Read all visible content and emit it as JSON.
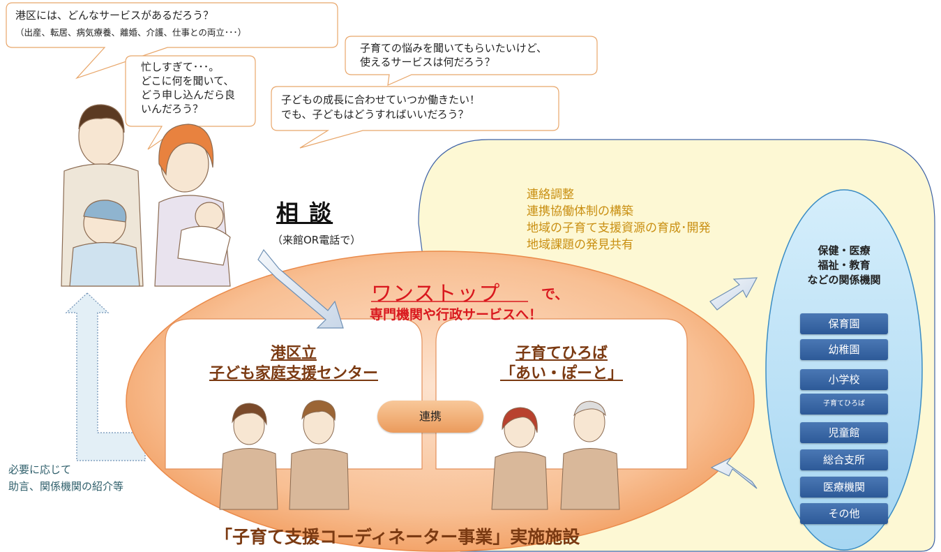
{
  "bubbles": {
    "b1_line1": "港区には、どんなサービスがあるだろう？",
    "b1_line2": "（出産、転居、病気療養、離婚、介護、仕事との両立･･･）",
    "b2_line1": "忙しすぎて･･･。",
    "b2_line2": "どこに何を聞いて、",
    "b2_line3": "どう申し込んだら良",
    "b2_line4": "いんだろう？",
    "b3_line1": "子育ての悩みを聞いてもらいたいけど、",
    "b3_line2": "使えるサービスは何だろう？",
    "b4_line1": "子どもの成長に合わせていつか働きたい！",
    "b4_line2": "でも、子どもはどうすればいいだろう？"
  },
  "consult": {
    "title": "相 談",
    "subtitle": "（来館OR電話で）"
  },
  "yellow_area": {
    "items": [
      "連絡調整",
      "連携協働体制の構築",
      "地域の子育て支援資源の育成･開発",
      "地域課題の発見共有"
    ]
  },
  "related_orgs": {
    "title_line1": "保健・医療",
    "title_line2": "福祉・教育",
    "title_line3": "などの関係機関",
    "buttons": [
      "保育園",
      "幼稚園",
      "小学校",
      "子育てひろば",
      "児童館",
      "総合支所",
      "医療機関",
      "その他"
    ]
  },
  "onestop": {
    "main": "ワンストップ",
    "suffix": "で、",
    "line2": "専門機関や行政サービスへ！"
  },
  "center_left": {
    "line1": "港区立",
    "line2": "子ども家庭支援センター"
  },
  "center_right": {
    "line1": "子育てひろば",
    "line2": "「あい・ぽーと」"
  },
  "link_label": "連携",
  "support": {
    "line1": "必要に応じて",
    "line2": "助言、関係機関の紹介等"
  },
  "facility_label": "「子育て支援コーディネーター事業」実施施設",
  "colors": {
    "yellow_bg": "#fdf8d4",
    "orange_main": "#f3a26a",
    "blue_btn": "#3b69a8",
    "red_text": "#d9181e",
    "brown_text": "#7b3a12"
  }
}
